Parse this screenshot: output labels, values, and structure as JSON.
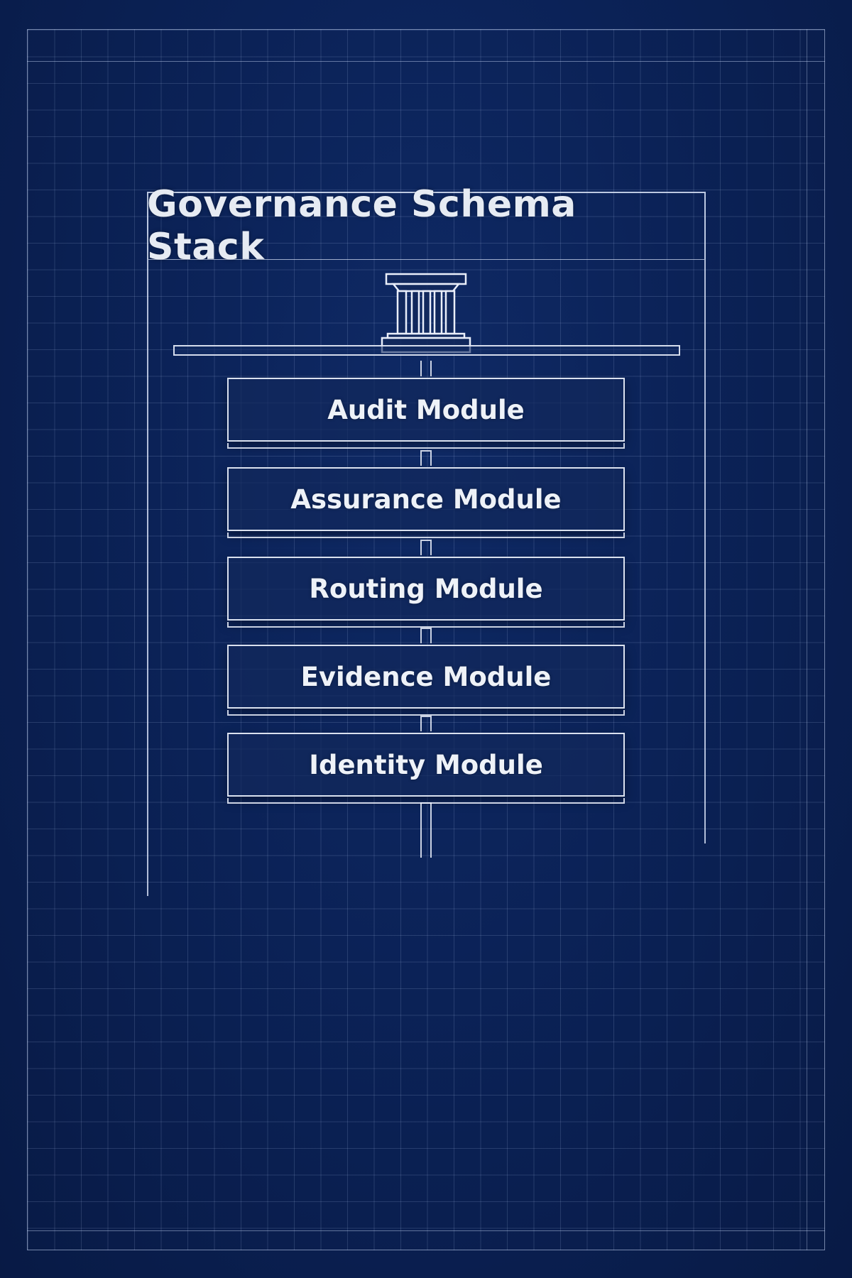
{
  "diagram": {
    "title": "Governance Schema Stack",
    "modules": [
      {
        "label": "Audit Module"
      },
      {
        "label": "Assurance Module"
      },
      {
        "label": "Routing Module"
      },
      {
        "label": "Evidence Module"
      },
      {
        "label": "Identity Module"
      }
    ],
    "icon": "pillar-icon",
    "colors": {
      "background": "#0b2257",
      "line": "#dce6fa",
      "text": "#e6ebf3"
    }
  }
}
